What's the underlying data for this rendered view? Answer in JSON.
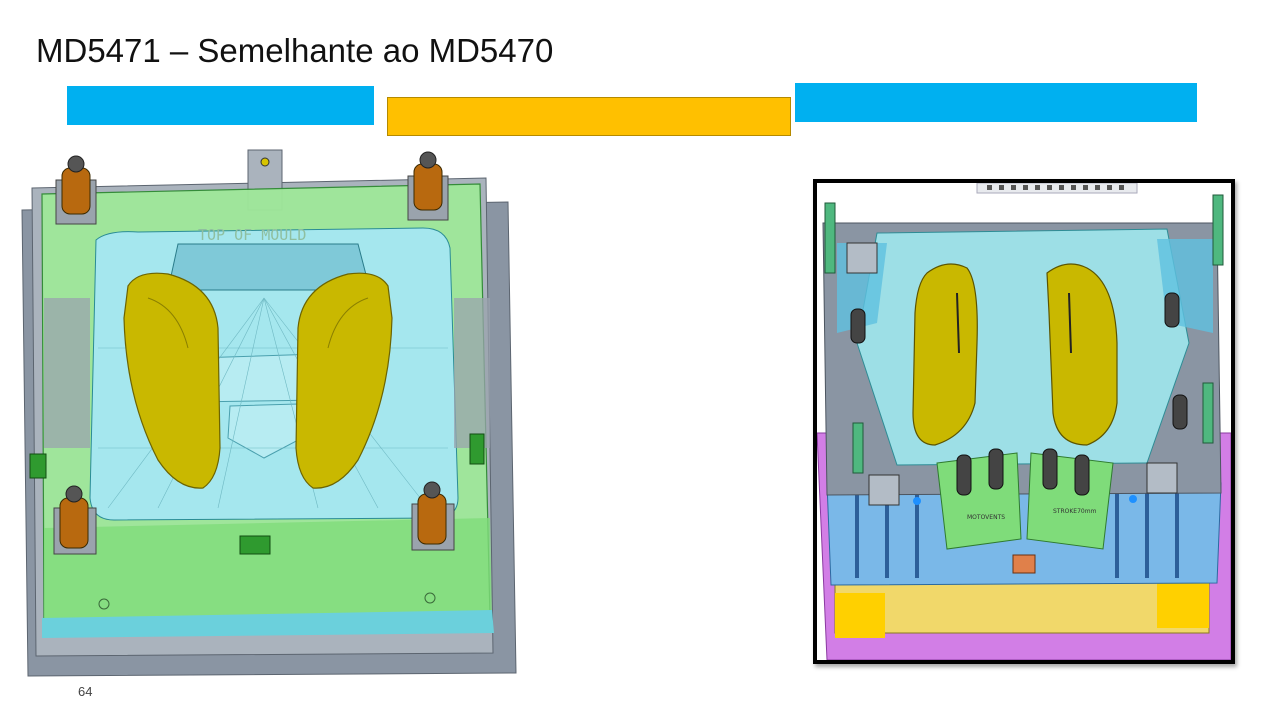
{
  "slide": {
    "title": "MD5471 – Semelhante ao MD5470",
    "page_number": "64"
  },
  "colors": {
    "blue_bar": "#00b0f0",
    "yellow_bar": "#ffc000",
    "mold_green": "#9fe89a",
    "mold_cyan": "#9fe3ea",
    "part_yellow": "#c9b800",
    "frame_gray": "#8a95a3",
    "ejector_orange": "#b8690f",
    "base_magenta": "#d27ee6"
  },
  "images": {
    "left_icon": "mold-3d-model-icon",
    "right_icon": "mold-3d-model-icon"
  },
  "left_model": {
    "engraving": "TOP OF MOULD"
  },
  "right_model": {
    "label_left": "MOTOVENTS",
    "label_right": "STROKE70mm"
  }
}
